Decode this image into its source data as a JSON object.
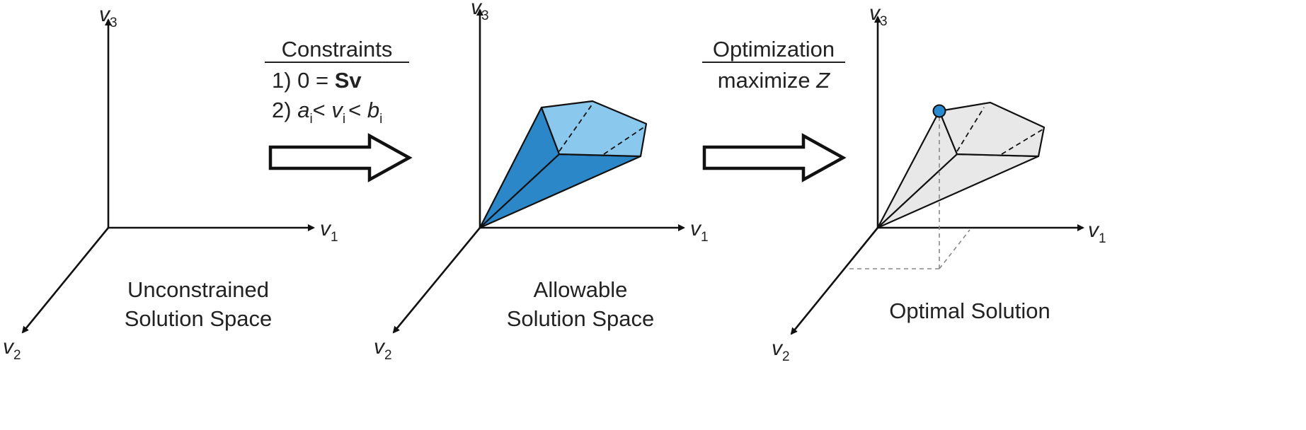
{
  "axes": {
    "v": "v",
    "sub1": "1",
    "sub2": "2",
    "sub3": "3"
  },
  "constraints": {
    "title": "Constraints",
    "line1_prefix": "1) 0 = ",
    "line1_bold": "Sv",
    "line2_prefix": "2) ",
    "a": "a",
    "b": "b",
    "v": "v",
    "i": "i",
    "lt": "< "
  },
  "optimization": {
    "title": "Optimization",
    "line1_prefix": "maximize ",
    "z": "Z"
  },
  "captions": {
    "unconstrained_1": "Unconstrained",
    "unconstrained_2": "Solution Space",
    "allowable_1": "Allowable",
    "allowable_2": "Solution Space",
    "optimal": "Optimal Solution"
  },
  "colors": {
    "dark_blue": "#2b87c8",
    "light_blue": "#8ac8ee",
    "gray_fill": "#e8e8e8",
    "point": "#2a8ad0"
  }
}
